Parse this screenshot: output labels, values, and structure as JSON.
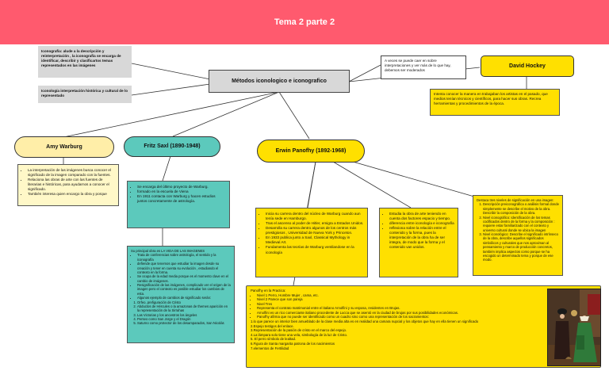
{
  "header": {
    "title": "Tema 2 parte 2"
  },
  "definitions": {
    "iconografia": "Iconografía: alude a la descripción y reinterpretación , la iconografía se encarga de identificar, describir y clasificartos temas representados en las imágenes",
    "iconologia": "Iconología interpretación histórica y cultural de lo representado"
  },
  "main": {
    "title": "Métodos iconologico e iconografico",
    "side_note": "A veces se puede caer en sobre interpretaciones y ver más de lo que hay, debemos ser moderados"
  },
  "hockney": {
    "name": "David Hockey",
    "text": "Intenta conocer la manera en trabajaban los artistas en el pasado, que medios tenían técnicos y científicos, para hacer sus obras. Recrea herramientas y procedimientos de la época."
  },
  "warburg": {
    "name": "Amy Warburg",
    "items": [
      "La interpretación de las imágenes busca conocer el significado de la imagen comparado con la fuentes.",
      "Relaciona las obras de arte con las fuentes de literarias e históricas, para ayudarnos a conocer el significado.",
      "También interesa quien encargo la obra y porque"
    ]
  },
  "saxl": {
    "name": "Fritz Saxl (1890-1948)",
    "items": [
      "Se encarga del último proyecto de Warburg.",
      "formado en la escuela de Viena",
      "En 1911 contacta con Warburg y hacen estudios juntos concretamente de astrología."
    ],
    "study_intro": "Su principal obra es LA VIDA DE LAS IMAGENES",
    "study_items": [
      "Trata de conferencias sobre astrología, el sentido y la iconografía",
      "defiende que tenemos que estudiar la imagen desde su creación y tener en cuenta su evolución , estudiando el contexto en la forma.",
      "Se ocupa de la edad media porque es el momento clave en el cambio de imágenes.",
      "Resignificación de las imágenes, complicado ver el origen de la imagen pero el contexto es posible estudiar los cambios de esta.",
      "Algunos ejemplo de cambios de significado serán:"
    ],
    "examples": [
      "Orfeo, prefiguración de Cristo",
      "Abductos de Hércules o la amazonas de themes aparición en la representación de la Sirrahas",
      "Las Victorias y los ancestros los ángeles",
      "Perseo como San Jorge y el Dragón",
      "Saturno como protector de los desamparados, San Nicolás"
    ]
  },
  "panofsky": {
    "name": "Erwin Panofhy (1892-1968)",
    "col1": [
      "Inicia su carrera dentro del núcleo de Warburg cuando aun tenía sede en Hamburgo.",
      "Tras el ascenso al poder de Hitler, emigra a Estados Unidos.",
      "Desarrolla su carrera dentro algunos de los centros más prestigiosos , Universidad de Nueva York y Princeton.",
      "En 1933 publica junto a Saxl, Classical Mythology in Medieval Art.",
      "Fundamenta las teorías de Warburg ventilandose en la iconología"
    ],
    "col2": [
      "Estudia la obra de arte teniendo en cuenta dos factores espacio y tiempo.",
      "diferencia entre iconología e iconografía",
      "reflexiona sobre la relación entre el contenido y la forma, pues la interpretación de la obra ha de ser integra, de modo que la forma y el contenido van unidos."
    ],
    "levels_intro": "Destaca tres niveles de significación en una imagen:",
    "levels": [
      "Descripción preiconográfica o análisis formal donde simplemente se describe el motivo de la obra. Describir la composición de la obra.",
      "Nivel iconográfico: Identificación de los temas codificados dentro de la forma y la composición : requiere estar familiarizado con el contexto y universo cultural donde se ubica la imagen",
      "Nivel iconológico: Describe el significado intrínseco de la obra, describe aquellos significados simbólicos y culturales que nos aproximan al pensamiento y marco de producción concretos, también implica aspectos como porque se ha escogido un determinado tema y porque de ese modo."
    ],
    "practice_intro": "Panofhy en la Practica:",
    "practice_bullets": [
      "Nivel 1 Perro, Hombre Mujer , cama, etc.",
      "Nivel 2 Parece que son pareja",
      "Nivel Tres",
      "Representa el contrato matrimonial entre el italiano Arnolfini y su esposa, residentes en Brujas.",
      "Arnolfini es un rico comerciante italiano procedente de Lucca que se asentó en la ciudad de brujas por sus posibilidades económicas.",
      "Panofhy afirma que no puede ser identificado como un cuadro sino como una representación de los sacramentos:"
    ],
    "practice_note": "1.lo que parece un interior bien amueblado de la clase media alta es en realidad una camara nupcial y los objetos que hay en ella tienen un significado",
    "practice_list": [
      "2.Espejo testigos del enlace.",
      "3.Representación de la pasión de cristo en el marco del espejo.",
      "4.La lámpara solo tiene una vela, simbología de la luz de Cristo.",
      "5. El perro símbolo de lealtad.",
      "6.Figura de Santa margarita patrona de los nacimientos",
      "7.elementos de Fertilidad"
    ]
  },
  "colors": {
    "banner": "#ff5a6e",
    "yellow": "#ffe000",
    "teal": "#5cc9bc",
    "cream": "#ffeea8",
    "gray": "#d8d8d8"
  }
}
